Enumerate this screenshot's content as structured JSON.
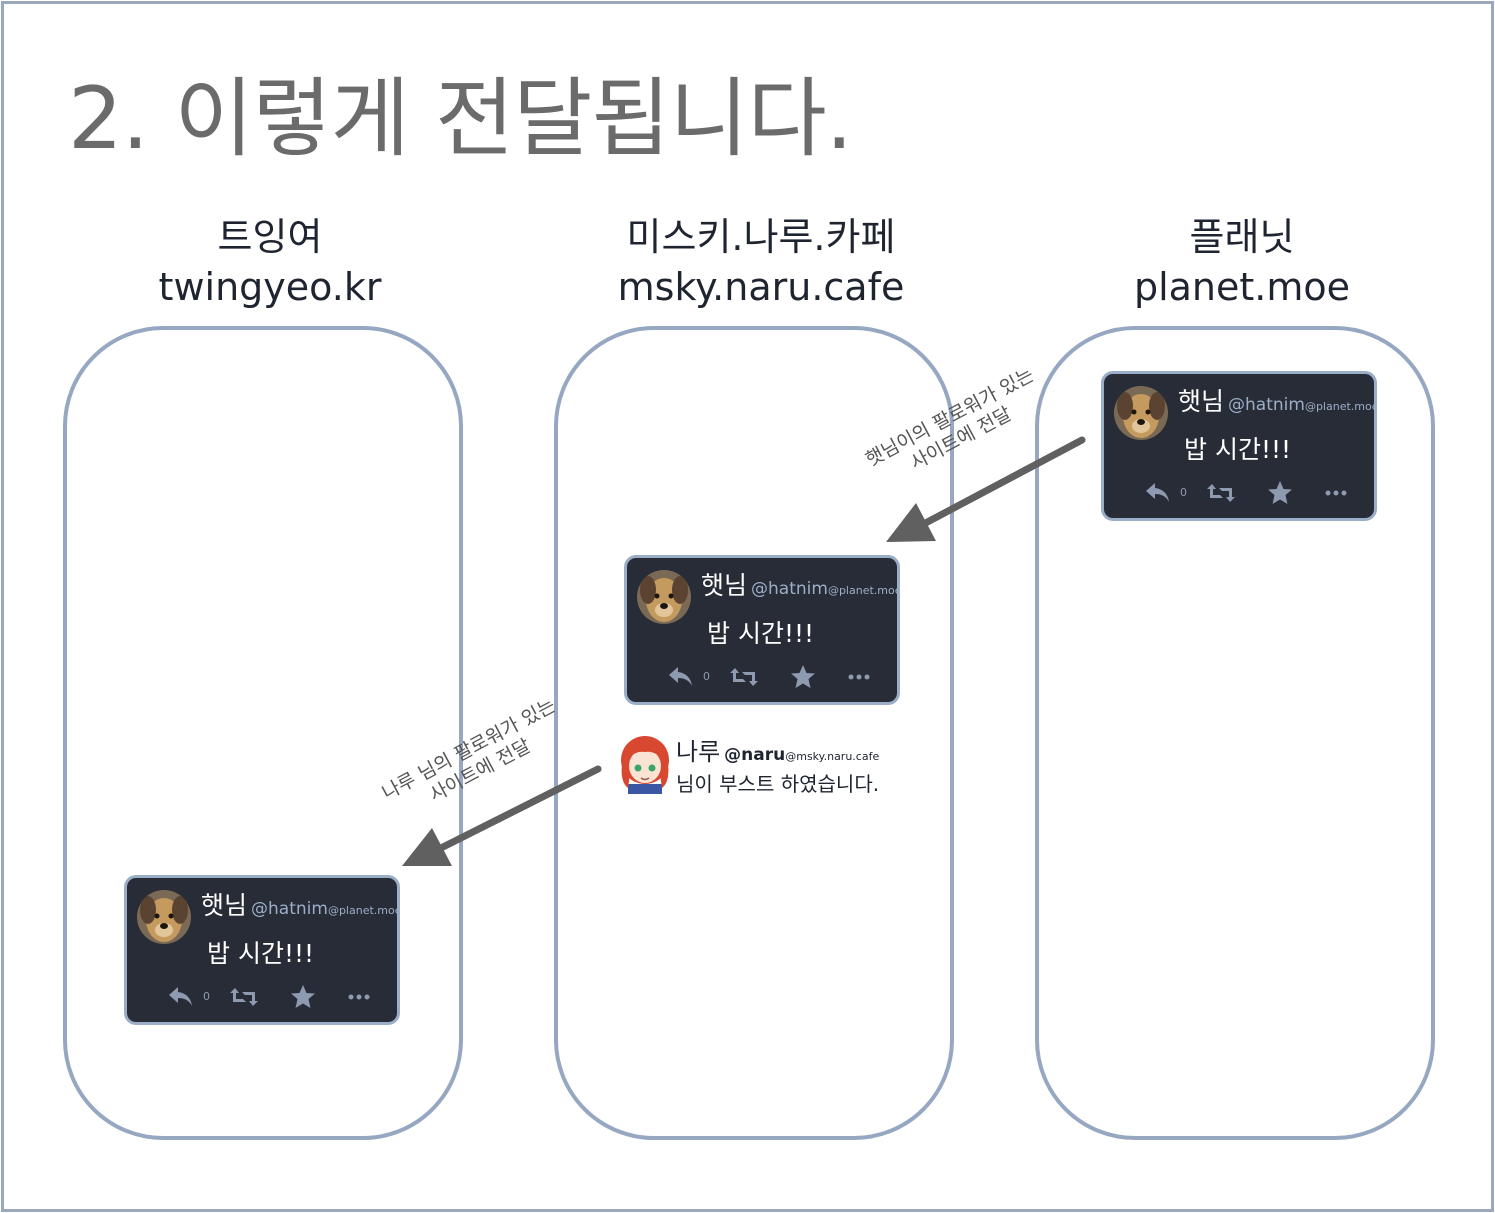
{
  "title": "2. 이렇게 전달됩니다.",
  "columns": [
    {
      "name": "트잉여",
      "domain": "twingyeo.kr"
    },
    {
      "name": "미스키.나루.카페",
      "domain": "msky.naru.cafe"
    },
    {
      "name": "플래닛",
      "domain": "planet.moe"
    }
  ],
  "post": {
    "display_name": "햇님",
    "acct": "@hatnim",
    "acct_domain": "@planet.moe",
    "content": "밥 시간!!!",
    "reply_count": "0"
  },
  "boost": {
    "display_name": "나루",
    "acct": "@naru",
    "acct_domain": "@msky.naru.cafe",
    "message": "님이 부스트 하였습니다."
  },
  "arrow_labels": {
    "first_line1": "햇님이의 팔로워가 있는",
    "first_line2": "사이트에 전달",
    "second_line1": "나루 님의 팔로워가 있는",
    "second_line2": "사이트에 전달"
  },
  "colors": {
    "frame": "#9aa8bd",
    "server_border": "#96a7c1",
    "post_bg": "#282c37",
    "post_border": "#9baec8",
    "accent_text": "#9baec8",
    "arrow": "#606060"
  },
  "icons": [
    "reply-icon",
    "boost-icon",
    "favourite-icon",
    "more-icon"
  ]
}
